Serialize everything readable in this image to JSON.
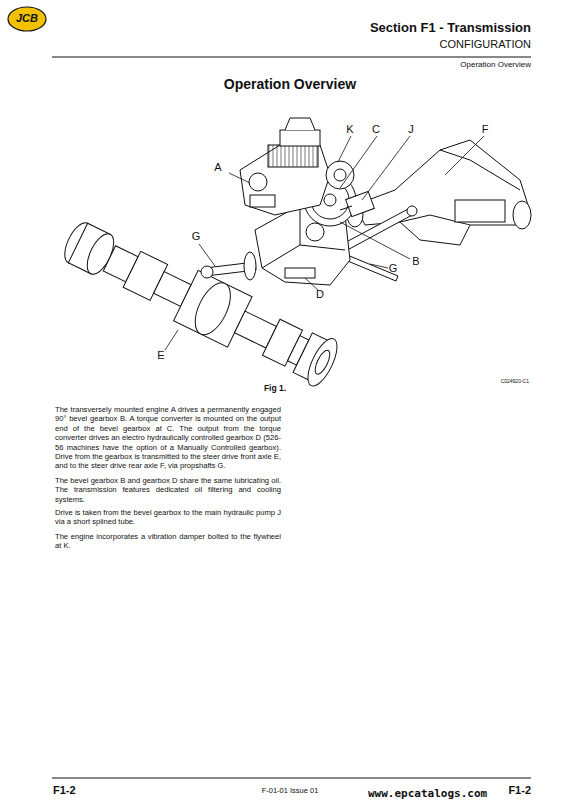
{
  "diagram": {
    "title": "Operation Overview",
    "caption": "Fig 1.",
    "labels": [
      "JCB",
      "Section F1 - Transmission",
      "CONFIGURATION",
      "Operation Overview",
      "A",
      "K",
      "C",
      "J",
      "F",
      "G",
      "B",
      "G",
      "D",
      "E",
      "C024920-C1",
      "The transversely mounted engine A drives a permanently engaged 90° bevel gearbox B. A torque converter is mounted on the output end of the bevel gearbox at C. The output from the torque converter drives an electro hydraulically controlled gearbox D (526-56 machines have the option of a Manually Controlled gearbox). Drive from the gearbox is transmitted to the steer drive front axle E, and to the steer drive rear axle F, via propshafts G.",
      "The bevel gearbox B and gearbox D share the same lubricating oil. The transmission features dedicated oil filtering and cooling systems.",
      "Drive is taken from the bevel gearbox to the main hydraulic pump J via a short splined tube.",
      "The engine incorporates a vibration damper bolted to the flywheel at K.",
      "F1-2",
      "F-01-01 Issue 01",
      "F1-2",
      "www.epcatalogs.com"
    ]
  }
}
